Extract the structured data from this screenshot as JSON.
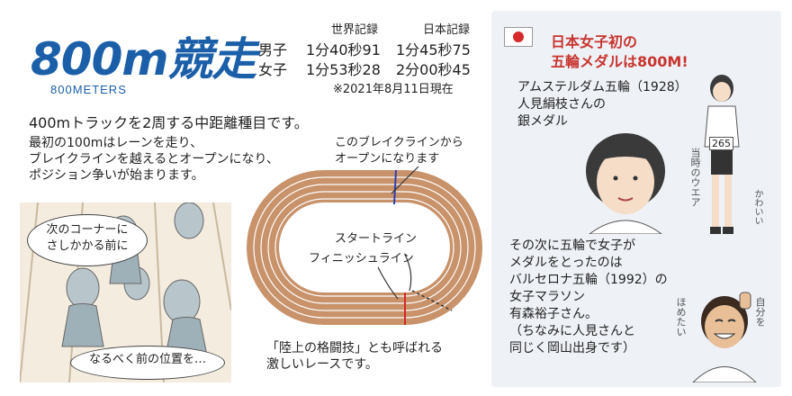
{
  "header": {
    "title": "800m競走",
    "subtitle": "800METERS"
  },
  "records": {
    "col_world": "世界記録",
    "col_japan": "日本記録",
    "rows": [
      {
        "label": "男子",
        "world": "1分40秒91",
        "japan": "1分45秒75"
      },
      {
        "label": "女子",
        "world": "1分53秒28",
        "japan": "2分00秒45"
      }
    ],
    "note": "※2021年8月11日現在"
  },
  "intro": {
    "lead": "400mトラックを2周する中距離種目です。",
    "lines": [
      "最初の100mはレーンを走り、",
      "ブレイクラインを越えるとオープンになり、",
      "ポジション争いが始まります。"
    ]
  },
  "illustration": {
    "bubble_top": [
      "次のコーナーに",
      "さしかかる前に"
    ],
    "bubble_bottom": "なるべく前の位置を…"
  },
  "track": {
    "break_line_callout": [
      "このブレイクラインから",
      "オープンになります"
    ],
    "start_label": "スタートライン",
    "finish_label": "フィニッシュライン",
    "caption": [
      "「陸上の格闘技」とも呼ばれる",
      "激しいレースです。"
    ],
    "colors": {
      "track": "#c8926a",
      "lane_line": "#ffffff",
      "break_line": "#2b3fb5",
      "finish_line": "#d62828"
    }
  },
  "panel": {
    "title": [
      "日本女子初の",
      "五輪メダルは800M!"
    ],
    "para1": [
      "アムステルダム五輪（1928）",
      "人見絹枝さんの",
      "銀メダル"
    ],
    "runner_note": "当時のウエア",
    "runner_note2": "かわいい",
    "bib": "265",
    "para2": [
      "その次に五輪で女子が",
      "メダルをとったのは",
      "バルセロナ五輪（1992）の",
      "女子マラソン",
      "有森裕子さん。",
      "（ちなみに人見さんと",
      "同じく岡山出身です）"
    ],
    "praise1": "ほめたい",
    "praise2": "自分を"
  }
}
